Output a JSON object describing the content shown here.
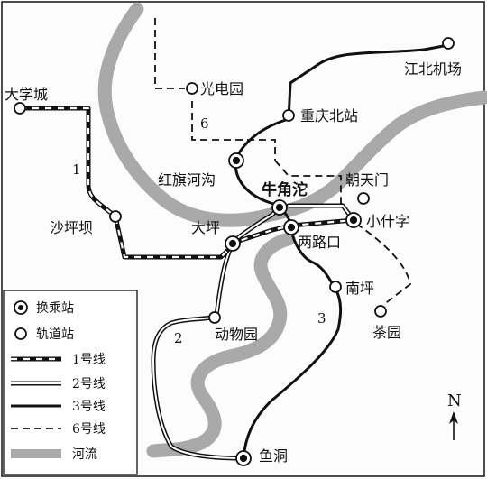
{
  "map": {
    "north_label": "N",
    "stations": [
      {
        "id": "jiangbei_airport",
        "name": "江北机场",
        "type": "station"
      },
      {
        "id": "chongqing_north",
        "name": "重庆北站",
        "type": "station"
      },
      {
        "id": "guangdianyuan",
        "name": "光电园",
        "type": "station"
      },
      {
        "id": "daxuecheng",
        "name": "大学城",
        "type": "station"
      },
      {
        "id": "hongqihegou",
        "name": "红旗河沟",
        "type": "transfer"
      },
      {
        "id": "niujiaotuo",
        "name": "牛角沱",
        "type": "transfer"
      },
      {
        "id": "chaotianmen",
        "name": "朝天门",
        "type": "station"
      },
      {
        "id": "xiaoshizi",
        "name": "小什字",
        "type": "transfer"
      },
      {
        "id": "shapingba",
        "name": "沙坪坝",
        "type": "station"
      },
      {
        "id": "daping",
        "name": "大坪",
        "type": "transfer"
      },
      {
        "id": "lianglukou",
        "name": "两路口",
        "type": "transfer"
      },
      {
        "id": "nanping",
        "name": "南坪",
        "type": "station"
      },
      {
        "id": "dongwuyuan",
        "name": "动物园",
        "type": "station"
      },
      {
        "id": "chayuan",
        "name": "茶园",
        "type": "station"
      },
      {
        "id": "yudong",
        "name": "鱼洞",
        "type": "transfer"
      }
    ],
    "line_numbers": [
      {
        "line": "1",
        "label": "1"
      },
      {
        "line": "2",
        "label": "2"
      },
      {
        "line": "3",
        "label": "3"
      },
      {
        "line": "6",
        "label": "6"
      }
    ],
    "legend": [
      {
        "key": "transfer",
        "label": "换乘站"
      },
      {
        "key": "station",
        "label": "轨道站"
      },
      {
        "key": "line1",
        "label": "1号线"
      },
      {
        "key": "line2",
        "label": "2号线"
      },
      {
        "key": "line3",
        "label": "3号线"
      },
      {
        "key": "line6",
        "label": "6号线"
      },
      {
        "key": "river",
        "label": "河流"
      }
    ],
    "colors": {
      "river": "#a9a9a9",
      "ink": "#111111",
      "line2_fill": "#ffffff"
    }
  }
}
